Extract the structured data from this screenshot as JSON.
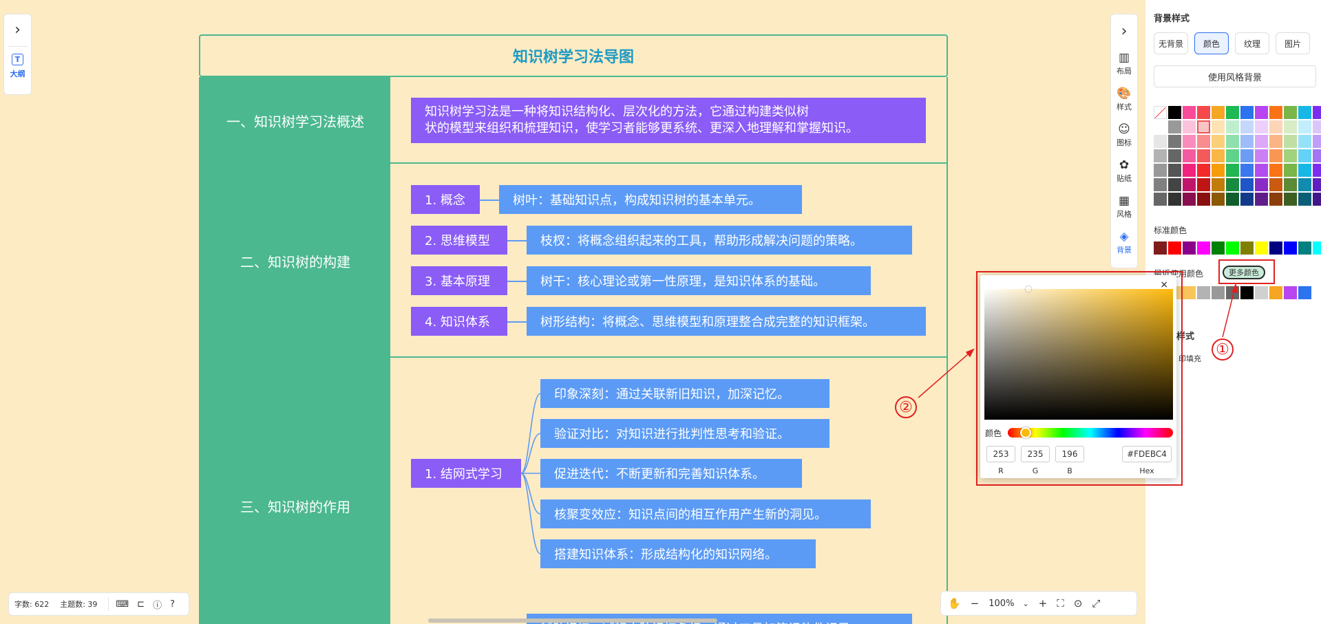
{
  "left_panel": {
    "outline_label": "大纲",
    "outline_icon": "T"
  },
  "map": {
    "title": "知识树学习法导图",
    "sections": [
      {
        "category": "一、知识树学习法概述",
        "summary_line1": "知识树学习法是一种将知识结构化、层次化的方法，它通过构建类似树",
        "summary_line2": "状的模型来组织和梳理知识，使学习者能够更系统、更深入地理解和掌握知识。"
      },
      {
        "category": "二、知识树的构建",
        "items": [
          {
            "label": "1. 概念",
            "detail": "树叶：基础知识点，构成知识树的基本单元。"
          },
          {
            "label": "2. 思维模型",
            "detail": "枝杈：将概念组织起来的工具，帮助形成解决问题的策略。"
          },
          {
            "label": "3. 基本原理",
            "detail": "树干：核心理论或第一性原理，是知识体系的基础。"
          },
          {
            "label": "4. 知识体系",
            "detail": "树形结构：将概念、思维模型和原理整合成完整的知识框架。"
          }
        ]
      },
      {
        "category": "三、知识树的作用",
        "group_label": "1. 结网式学习",
        "details": [
          "印象深刻：通过关联新旧知识，加深记忆。",
          "验证对比：对知识进行批判性思考和验证。",
          "促进迭代：不断更新和完善知识体系。",
          "核聚变效应：知识点间的相互作用产生新的洞见。",
          "搭建知识体系：形成结构化的知识网络。"
        ],
        "extra_detail": "辅助记忆：减轻大脑记忆负担，通过工具如笔记软件记录。"
      }
    ]
  },
  "toolbar": {
    "items": [
      {
        "icon": "▥",
        "label": "布局"
      },
      {
        "icon": "🎨",
        "label": "样式"
      },
      {
        "icon": "☺",
        "label": "图标"
      },
      {
        "icon": "✿",
        "label": "贴纸"
      },
      {
        "icon": "▦",
        "label": "风格"
      },
      {
        "icon": "◈",
        "label": "背景"
      }
    ]
  },
  "panel": {
    "title": "背景样式",
    "tabs": [
      "无背景",
      "颜色",
      "纹理",
      "图片"
    ],
    "active_tab": "颜色",
    "style_bg_button": "使用风格背景",
    "standard_label": "标准颜色",
    "recent_label": "最近使用颜色",
    "more_color": "更多颜色",
    "section2_title_partial": "样式",
    "fill_label_partial": "印填充",
    "palette_columns": [
      [
        "#000000",
        "#ffffff",
        "#e6e6e6",
        "#b3b3b3",
        "#999999",
        "#808080",
        "#666666"
      ],
      [
        "#000000",
        "#999999",
        "#777777",
        "#666666",
        "#555555",
        "#444444",
        "#333333"
      ],
      [
        "#f94c99",
        "#fbc2dc",
        "#f88cbd",
        "#f45aa0",
        "#f0247f",
        "#c1156c",
        "#8a0f4e"
      ],
      [
        "#f5484a",
        "#fac4c4",
        "#f78d8d",
        "#f45a5a",
        "#f22a2a",
        "#c01515",
        "#8a0f0f"
      ],
      [
        "#f5a623",
        "#fde3b3",
        "#fbcf7a",
        "#f8b744",
        "#f59e0b",
        "#c27c08",
        "#8a5a06"
      ],
      [
        "#1db954",
        "#bfeecf",
        "#8fe0ad",
        "#5fd38c",
        "#22b554",
        "#188a3f",
        "#0f5e2b"
      ],
      [
        "#2c73ef",
        "#c5d8fb",
        "#9ebdf8",
        "#6d9cf4",
        "#3b78ee",
        "#1f56c7",
        "#133a8a"
      ],
      [
        "#b845f0",
        "#ecd0fb",
        "#dca8f8",
        "#cb7ff4",
        "#b24ef0",
        "#8b2bc7",
        "#5f1d8a"
      ],
      [
        "#f97316",
        "#fdd4b5",
        "#fbb584",
        "#f99653",
        "#f97316",
        "#c95a0f",
        "#8c3e0a"
      ],
      [
        "#7ab648",
        "#d8ecc6",
        "#bfe0a2",
        "#a3d27e",
        "#7ab648",
        "#5c8a35",
        "#3e5f24"
      ],
      [
        "#19b7e6",
        "#c2eefb",
        "#95e1f8",
        "#63d2f4",
        "#19b7e6",
        "#128bb0",
        "#0c5e77"
      ],
      [
        "#7c2ef0",
        "#dac6fb",
        "#bf9ef8",
        "#a275f4",
        "#7c2ef0",
        "#5e20c0",
        "#41168a"
      ]
    ],
    "standard_colors": [
      "#7f1d1d",
      "#ff0000",
      "#8b008b",
      "#ff00ff",
      "#008000",
      "#00ff00",
      "#808000",
      "#ffff00",
      "#000080",
      "#0000ff",
      "#008080",
      "#00ffff"
    ],
    "recent_colors": [
      "#f8cf7a",
      "#f8cf7a",
      "#f8c55a",
      "#b3b3b3",
      "#999999",
      "#666666",
      "#000000",
      "#d0d0d0",
      "#f5a623",
      "#b845f0",
      "#2c73ef"
    ]
  },
  "picker": {
    "hue_label": "颜色",
    "r": "253",
    "g": "235",
    "b": "196",
    "hex": "#FDEBC4",
    "r_label": "R",
    "g_label": "G",
    "b_label": "B",
    "hex_label": "Hex",
    "close": "×",
    "hue_fraction": 0.11
  },
  "annotations": {
    "marker1": "①",
    "marker2": "②"
  },
  "status": {
    "word_count": "字数: 622",
    "topic_count": "主题数: 39"
  },
  "zoom": {
    "value": "100%"
  }
}
